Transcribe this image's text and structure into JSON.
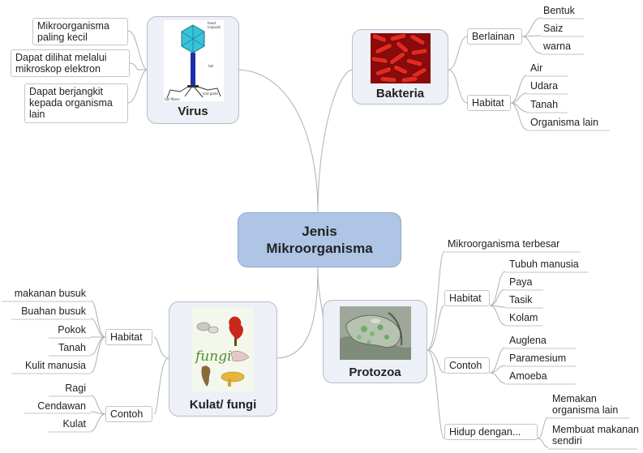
{
  "central": {
    "line1": "Jenis",
    "line2": "Mikroorganisma"
  },
  "virus": {
    "title": "Virus",
    "picture_labels": {
      "head": "head",
      "capsid": "(capsid)",
      "tail": "tail",
      "end_plate": "end plate",
      "tail_fibers": "tail fibers"
    },
    "facts": [
      "Mikroorganisma paling kecil",
      "Dapat dilihat melalui mikroskop elektron",
      "Dapat berjangkit kepada organisma lain"
    ]
  },
  "bakteria": {
    "title": "Bakteria",
    "berlainan": {
      "label": "Berlainan",
      "items": [
        "Bentuk",
        "Saiz",
        "warna"
      ]
    },
    "habitat": {
      "label": "Habitat",
      "items": [
        "Air",
        "Udara",
        "Tanah",
        "Organisma lain"
      ]
    }
  },
  "protozoa": {
    "title": "Protozoa",
    "terbesar": "Mikroorganisma terbesar",
    "habitat": {
      "label": "Habitat",
      "items": [
        "Tubuh manusia",
        "Paya",
        "Tasik",
        "Kolam"
      ]
    },
    "contoh": {
      "label": "Contoh",
      "items": [
        "Auglena",
        "Paramesium",
        "Amoeba"
      ]
    },
    "hidup": {
      "label": "Hidup dengan...",
      "items": [
        "Memakan organisma lain",
        "Membuat makanan sendiri"
      ]
    }
  },
  "kulat": {
    "title": "Kulat/ fungi",
    "picture_word": "fungi",
    "habitat": {
      "label": "Habitat",
      "items": [
        "makanan busuk",
        "Buahan busuk",
        "Pokok",
        "Tanah",
        "Kulit manusia"
      ]
    },
    "contoh": {
      "label": "Contoh",
      "items": [
        "Ragi",
        "Cendawan",
        "Kulat"
      ]
    }
  },
  "colors": {
    "central_fill": "#aec5e6",
    "node_fill": "#eef0f7",
    "link": "#aaaaaa"
  }
}
